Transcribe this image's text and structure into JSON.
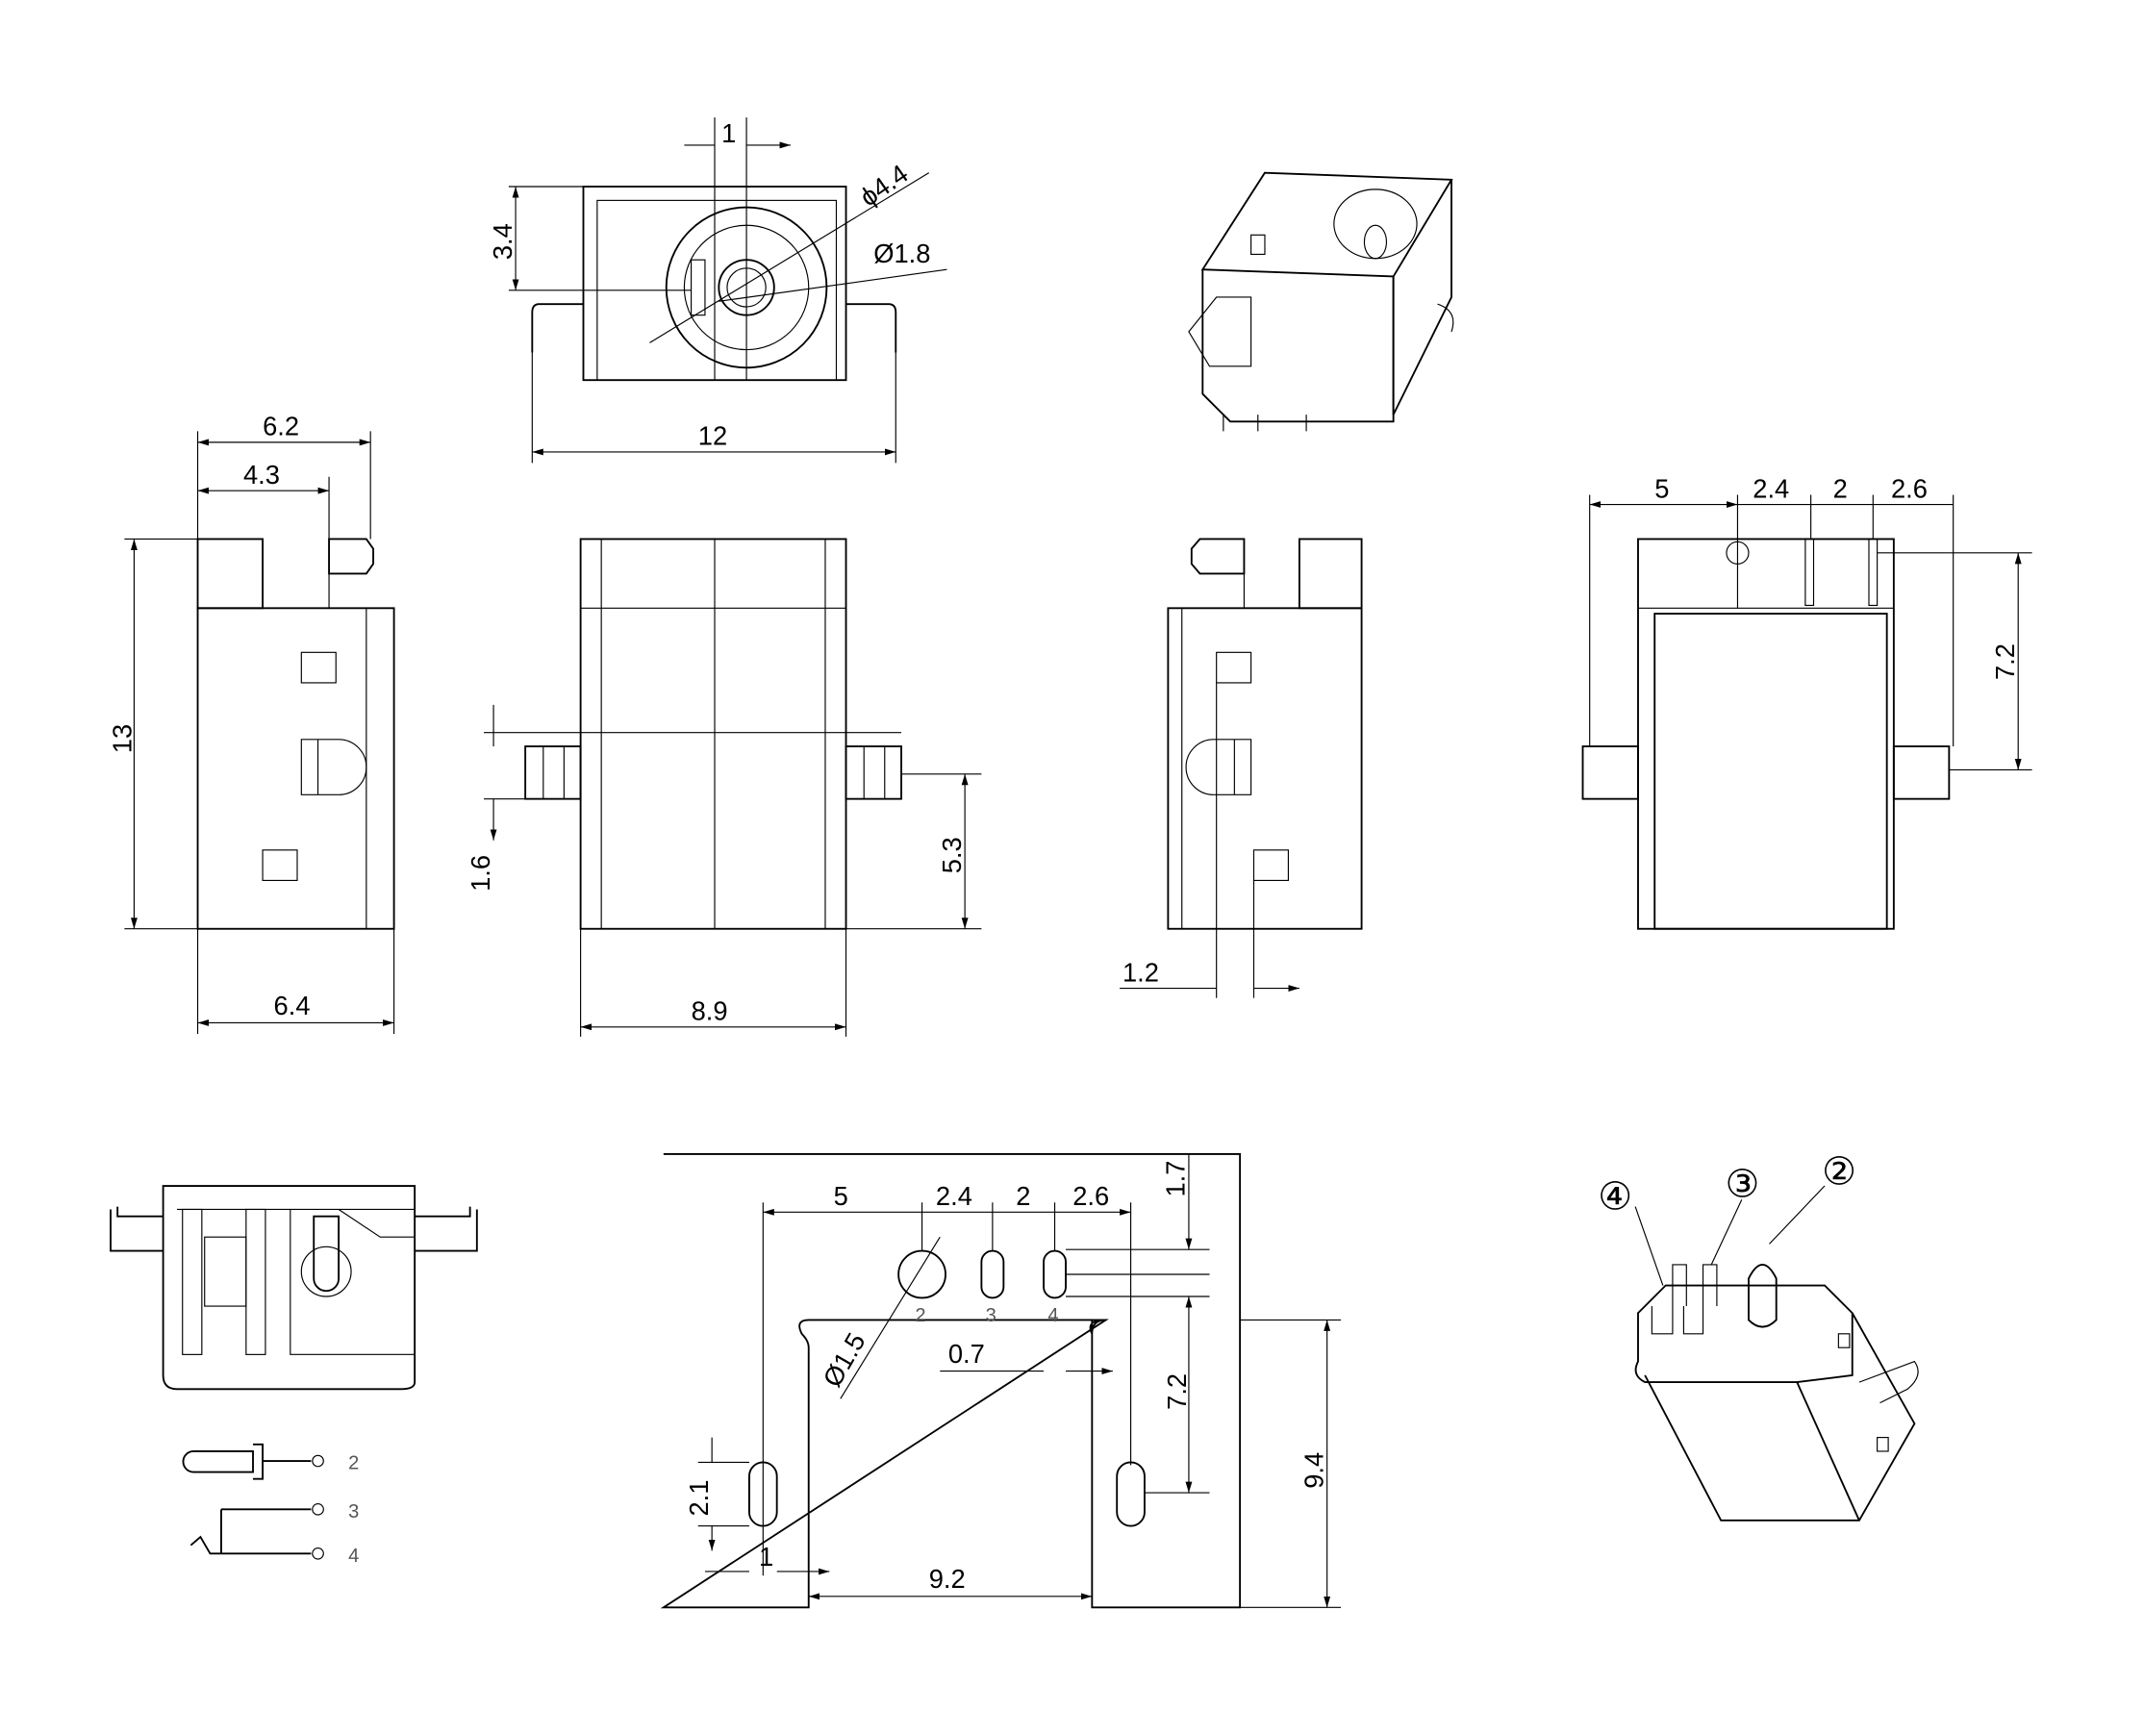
{
  "colors": {
    "line": "#000000",
    "background": "#ffffff"
  },
  "top_view": {
    "width": "12",
    "height": "3.4",
    "offset": "1",
    "outer_dia": "ϕ4.4",
    "inner_dia": "Ø1.8"
  },
  "left_side_view": {
    "overall_depth": "6.2",
    "pin_offset": "4.3",
    "height": "13",
    "body_depth": "6.4"
  },
  "front_view": {
    "tab_height": "1.6",
    "tab_position": "5.3",
    "width": "8.9"
  },
  "right_side_view": {
    "offset": "1.2"
  },
  "back_view": {
    "pin_pitch_1": "5",
    "pin_pitch_2": "2.4",
    "pin_pitch_3": "2",
    "pin_pitch_4": "2.6",
    "pin_height": "7.2"
  },
  "schematic": {
    "pins": [
      "2",
      "3",
      "4"
    ]
  },
  "pcb_layout": {
    "pitch_1": "5",
    "pitch_2": "2.4",
    "pitch_3": "2",
    "pitch_4": "2.6",
    "offset_top": "1.7",
    "hole_dia": "Ø1.5",
    "slot_width": "0.7",
    "slot_height": "2.1",
    "pad_width": "1",
    "gap": "9.2",
    "vertical": "7.2",
    "total_height": "9.4",
    "pin_labels": [
      "2",
      "3",
      "4"
    ]
  },
  "iso_bottom_callouts": [
    "④",
    "③",
    "②"
  ]
}
